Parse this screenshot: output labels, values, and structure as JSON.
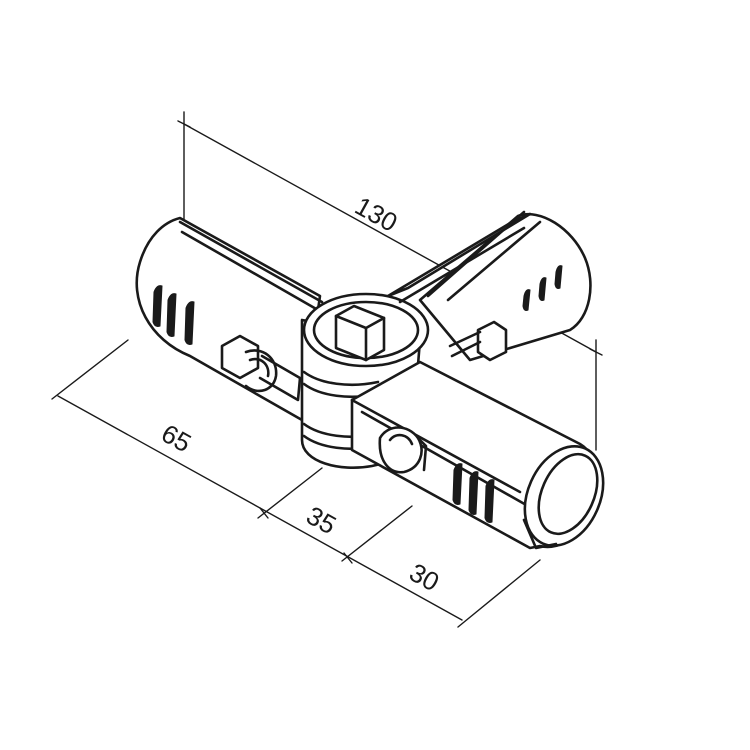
{
  "dimensions": {
    "total_length": "130",
    "left_arm": "65",
    "center_width": "35",
    "right_arm": "30"
  },
  "colors": {
    "line": "#1a1a1a",
    "background": "#ffffff"
  }
}
